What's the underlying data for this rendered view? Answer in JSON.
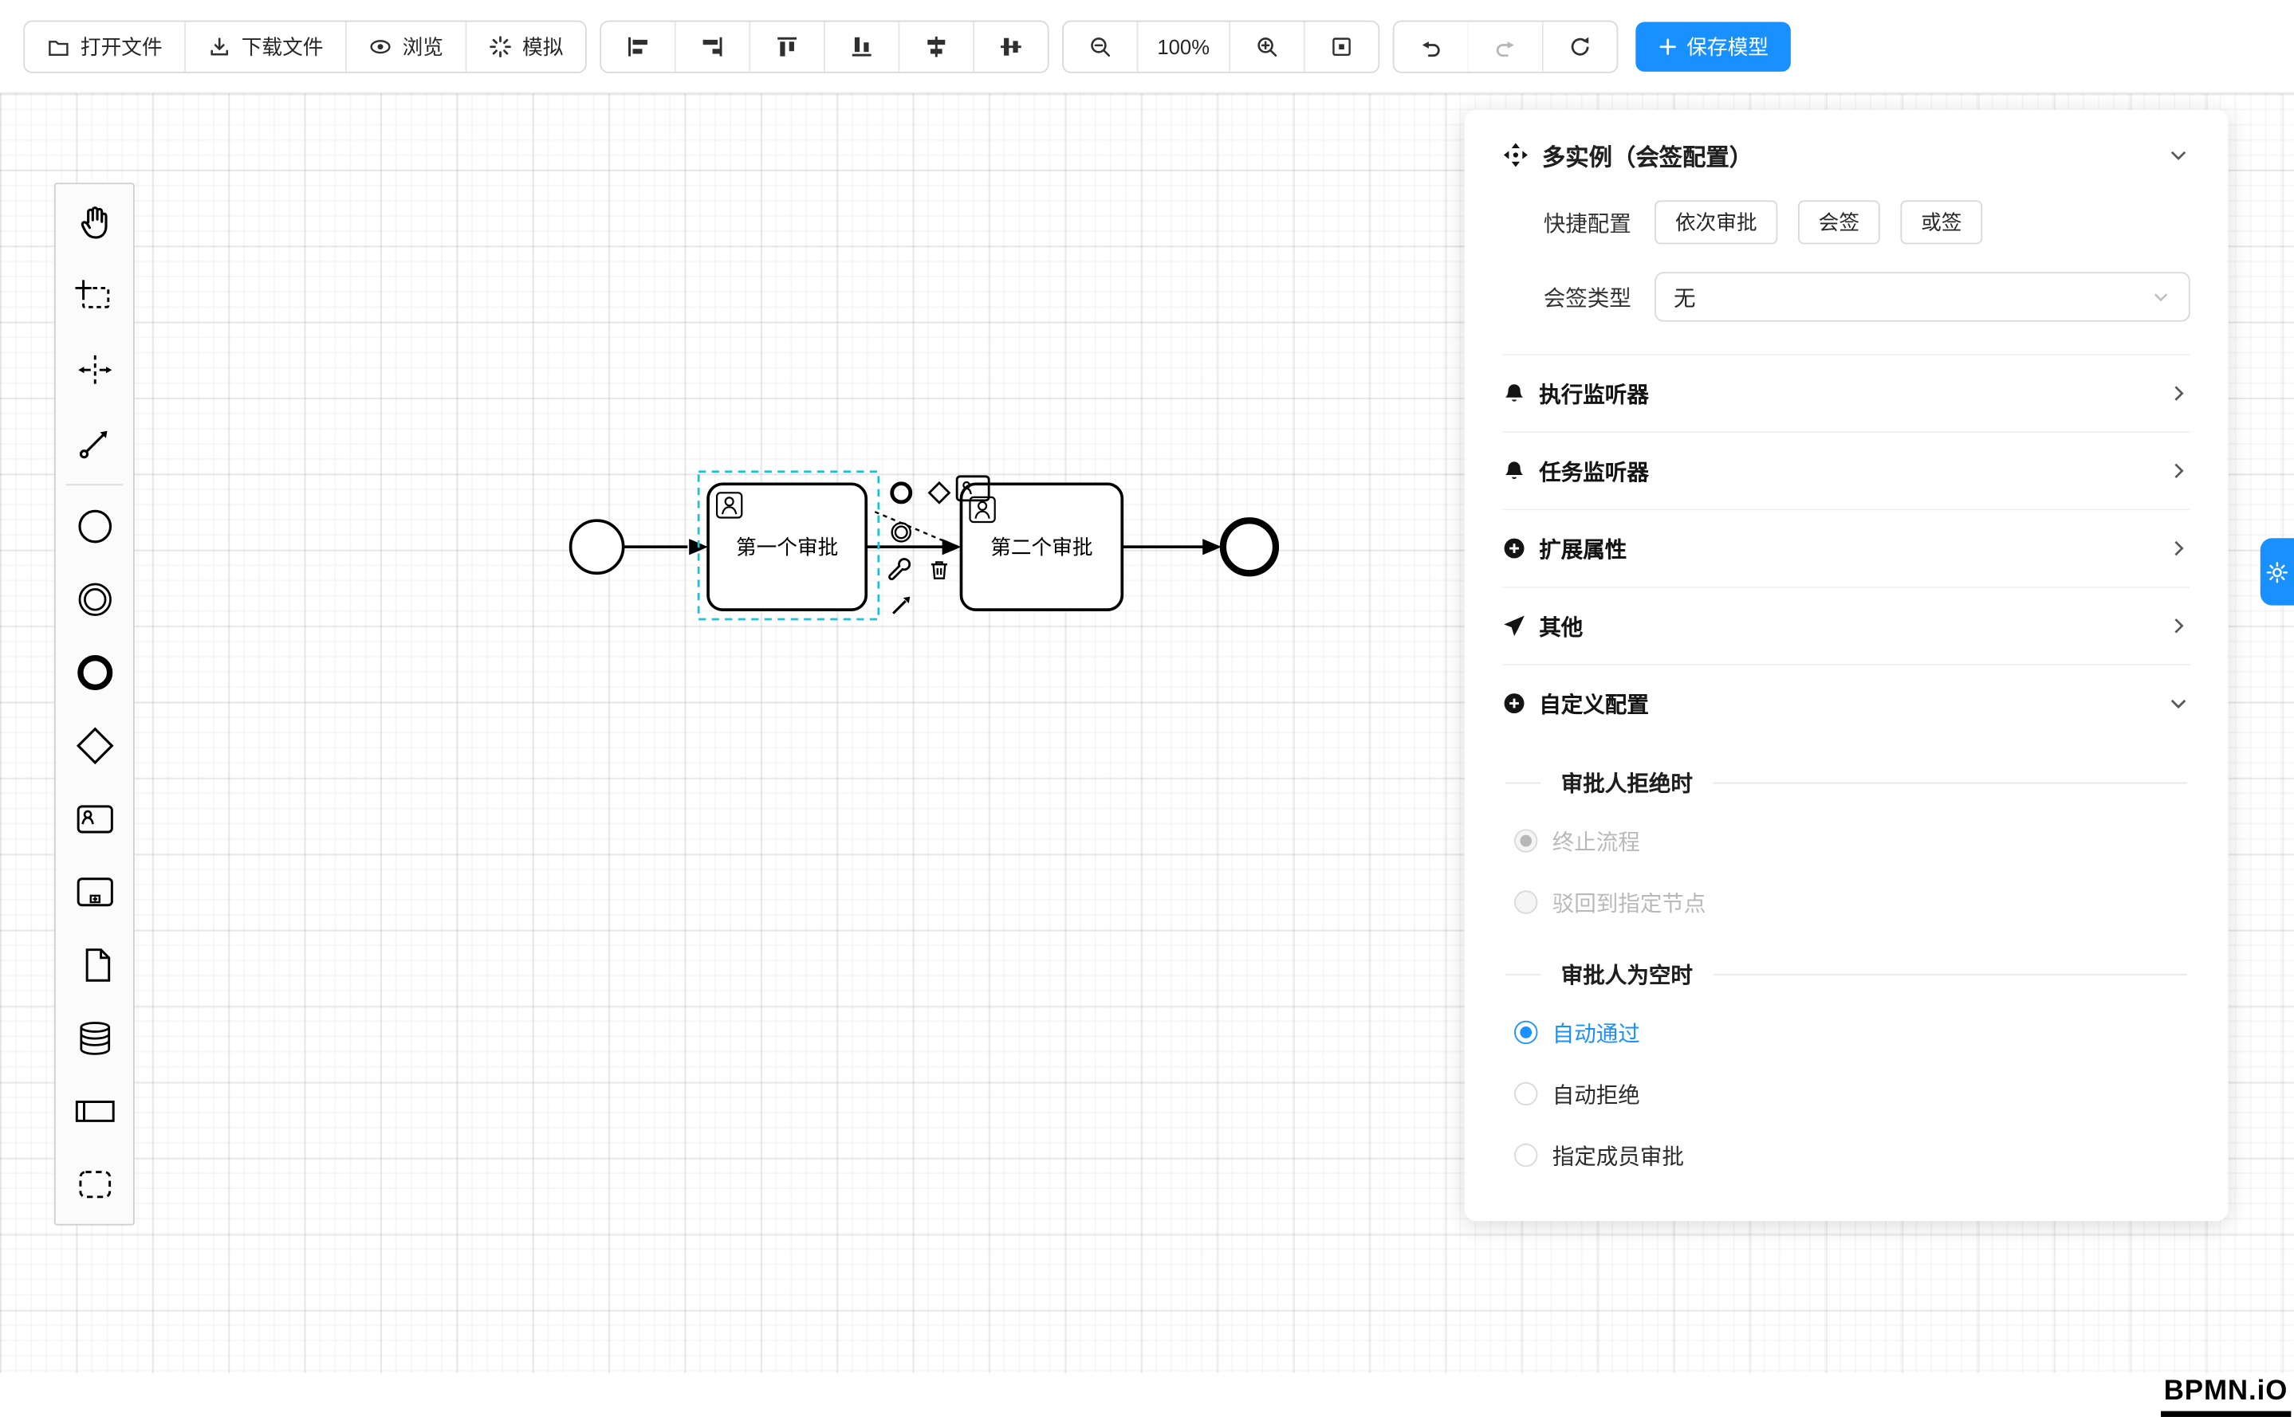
{
  "toolbar": {
    "file_buttons": [
      {
        "icon": "folder-open-icon",
        "label": "打开文件"
      },
      {
        "icon": "download-icon",
        "label": "下载文件"
      },
      {
        "icon": "eye-icon",
        "label": "浏览"
      },
      {
        "icon": "simulate-icon",
        "label": "模拟"
      }
    ],
    "align_tools": [
      "align-left",
      "align-right",
      "align-top",
      "align-bottom",
      "align-center-horizontal",
      "align-center-vertical"
    ],
    "zoom_value": "100%",
    "history_tools": [
      "undo",
      "redo",
      "refresh"
    ],
    "save_label": "保存模型"
  },
  "palette": {
    "tools": [
      "hand-tool",
      "lasso-tool",
      "space-tool",
      "global-connect-tool"
    ],
    "elements": [
      "start-event",
      "intermediate-event",
      "end-event",
      "gateway",
      "user-task",
      "subprocess",
      "data-object",
      "data-store",
      "participant",
      "group"
    ]
  },
  "diagram": {
    "task1_label": "第一个审批",
    "task2_label": "第二个审批",
    "elements": [
      "start-event",
      "sequence-flow",
      "user-task-1",
      "user-task-2",
      "end-event"
    ],
    "context_pad": [
      "append-end-event",
      "append-gateway",
      "append-user-task",
      "append-intermediate-event",
      "change-type-wrench",
      "delete-trash",
      "connect-arrow"
    ]
  },
  "panel": {
    "title": "多实例（会签配置）",
    "quick_label": "快捷配置",
    "quick_options": [
      "依次审批",
      "会签",
      "或签"
    ],
    "type_label": "会签类型",
    "type_value": "无",
    "sections": [
      {
        "icon": "bell-icon",
        "label": "执行监听器"
      },
      {
        "icon": "bell-icon",
        "label": "任务监听器"
      },
      {
        "icon": "plus-circle-icon",
        "label": "扩展属性"
      },
      {
        "icon": "send-icon",
        "label": "其他"
      },
      {
        "icon": "plus-circle-icon",
        "label": "自定义配置"
      }
    ],
    "reject_group": {
      "title": "审批人拒绝时",
      "options": [
        {
          "label": "终止流程",
          "checked": true,
          "disabled": true
        },
        {
          "label": "驳回到指定节点",
          "checked": false,
          "disabled": true
        }
      ]
    },
    "empty_group": {
      "title": "审批人为空时",
      "options": [
        {
          "label": "自动通过",
          "checked": true,
          "disabled": false
        },
        {
          "label": "自动拒绝",
          "checked": false,
          "disabled": false
        },
        {
          "label": "指定成员审批",
          "checked": false,
          "disabled": false
        }
      ]
    }
  },
  "logo": "BPMN.iO",
  "colors": {
    "accent": "#1890ff",
    "selection_outline": "#1ec0d8",
    "shape_stroke": "#000000"
  }
}
